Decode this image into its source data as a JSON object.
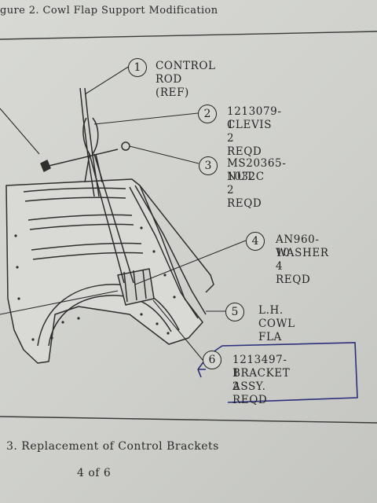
{
  "figure": {
    "caption": "gure 2.  Cowl Flap Support Modification"
  },
  "callouts": [
    {
      "num": "1",
      "lines": [
        "CONTROL ROD (REF)"
      ]
    },
    {
      "num": "2",
      "lines": [
        "1213079-1",
        "CLEVIS",
        "2 REQD"
      ]
    },
    {
      "num": "3",
      "lines": [
        "MS20365-1032C",
        "NUT",
        "2 REQD"
      ]
    },
    {
      "num": "4",
      "lines": [
        "AN960-10",
        "WASHER",
        "4 REQD"
      ]
    },
    {
      "num": "5",
      "lines": [
        "L.H.  COWL FLA"
      ]
    },
    {
      "num": "6",
      "lines": [
        "1213497-1",
        "BRACKET ASSY.",
        "2 REQD"
      ]
    }
  ],
  "section": {
    "heading": "3.  Replacement of Control Brackets"
  },
  "footer": {
    "page_label": "4 of 6"
  },
  "colors": {
    "paper": "#cfd0cb",
    "ink": "#2a2a2a",
    "pen_annotation": "#2b2f7a"
  }
}
